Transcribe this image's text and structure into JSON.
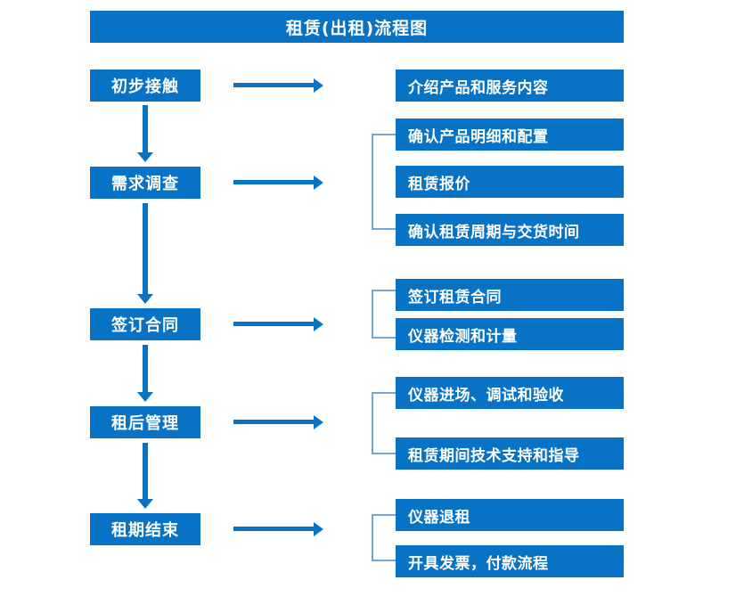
{
  "title": "租赁(出租)流程图",
  "colors": {
    "box_fill": "#0872C4",
    "box_text": "#FFFFFF",
    "arrow": "#0872C4",
    "bracket": "#6FA8DC",
    "background": "#FFFFFF"
  },
  "stages": [
    {
      "label": "初步接触"
    },
    {
      "label": "需求调查"
    },
    {
      "label": "签订合同"
    },
    {
      "label": "租后管理"
    },
    {
      "label": "租期结束"
    }
  ],
  "details": [
    {
      "label": "介绍产品和服务内容"
    },
    {
      "label": "确认产品明细和配置"
    },
    {
      "label": "租赁报价"
    },
    {
      "label": "确认租赁周期与交货时间"
    },
    {
      "label": "签订租赁合同"
    },
    {
      "label": "仪器检测和计量"
    },
    {
      "label": "仪器进场、调试和验收"
    },
    {
      "label": "租赁期间技术支持和指导"
    },
    {
      "label": "仪器退租"
    },
    {
      "label": "开具发票，付款流程"
    }
  ]
}
